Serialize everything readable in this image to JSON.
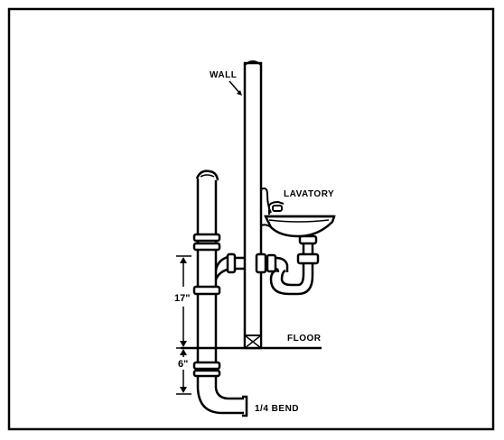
{
  "diagram": {
    "labels": {
      "wall": "WALL",
      "lavatory": "LAVATORY",
      "floor": "FLOOR",
      "bend": "1/4 BEND",
      "dim_upper": "17\"",
      "dim_lower": "6\""
    }
  },
  "colors": {
    "ink": "#000000",
    "paper": "#ffffff"
  }
}
